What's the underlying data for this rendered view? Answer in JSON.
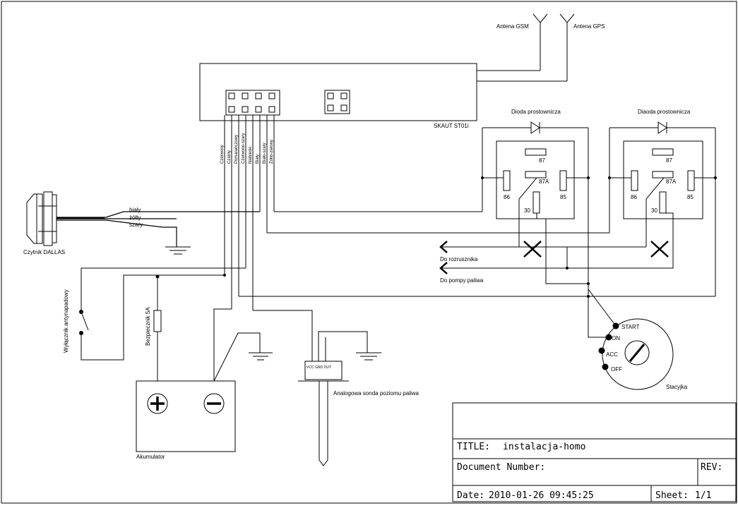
{
  "device": {
    "name": "SKAUT ST01i"
  },
  "antennas": {
    "gsm": "Antena GSM",
    "gps": "Antena GPS"
  },
  "relays": {
    "left": {
      "diode": "Dioda prostownicza"
    },
    "right": {
      "diode": "Diaoda prostownicza"
    },
    "pins": {
      "p87": "87",
      "p87a": "87A",
      "p86": "86",
      "p85": "85",
      "p30": "30"
    }
  },
  "wires": [
    "Czerwony",
    "Czarny",
    "Pomarańczowy",
    "Czerwono-szary",
    "Niebieski",
    "Biały",
    "Biało-szary",
    "Żółto-zielony"
  ],
  "dallas": {
    "label": "Czytnik DALLAS",
    "wires": [
      "biały",
      "żółty",
      "szary"
    ]
  },
  "outputs": {
    "starter": "Do rozrusznika",
    "fuel_pump": "Do pompy paliwa"
  },
  "switch": {
    "label": "Wyłącznik antynapadowy"
  },
  "fuse": {
    "label": "Bezpiecznik 5A"
  },
  "battery": {
    "label": "Akumulator"
  },
  "probe": {
    "box": "VCC GND OUT",
    "label": "Analogowa sonda poziomu paliwa"
  },
  "ignition": {
    "label": "Stacyjka",
    "positions": [
      "START",
      "ON",
      "ACC",
      "OFF"
    ]
  },
  "title_block": {
    "title_key": "TITLE:",
    "title": "instalacja-homo",
    "docnum_key": "Document Number:",
    "rev_key": "REV:",
    "date_key": "Date:",
    "date": "2010-01-26 09:45:25",
    "sheet_key": "Sheet:",
    "sheet": "1/1"
  }
}
